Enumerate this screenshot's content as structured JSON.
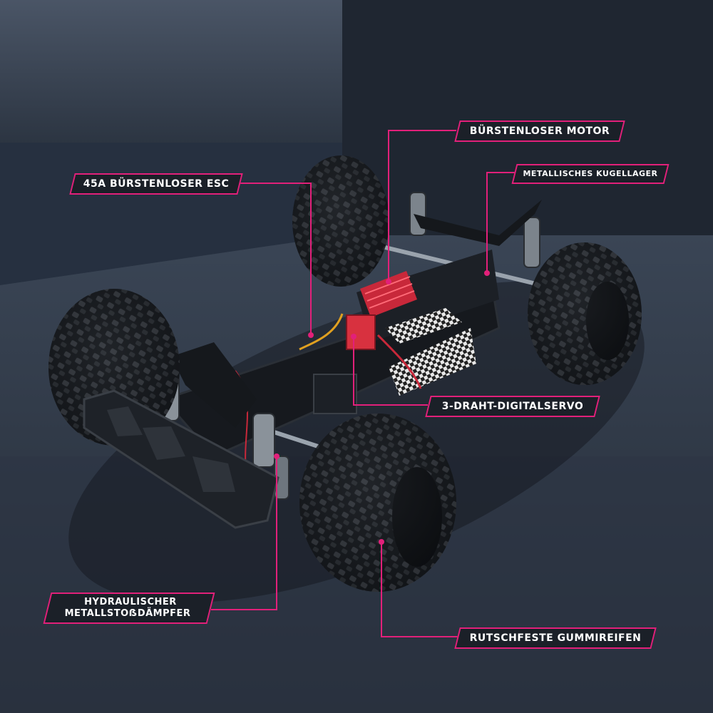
{
  "callouts": {
    "motor": "BÜRSTENLOSER MOTOR",
    "esc": "45A BÜRSTENLOSER ESC",
    "bearing": "METALLISCHES KUGELLAGER",
    "servo": "3-DRAHT-DIGITALSERVO",
    "shock_line1": "HYDRAULISCHER",
    "shock_line2": "METALLSTOẞDÄMPFER",
    "tires": "RUTSCHFESTE GUMMIREIFEN"
  },
  "colors": {
    "accent": "#e2207a",
    "label_bg": "#1b2028",
    "chassis_accent": "#c8283a"
  }
}
